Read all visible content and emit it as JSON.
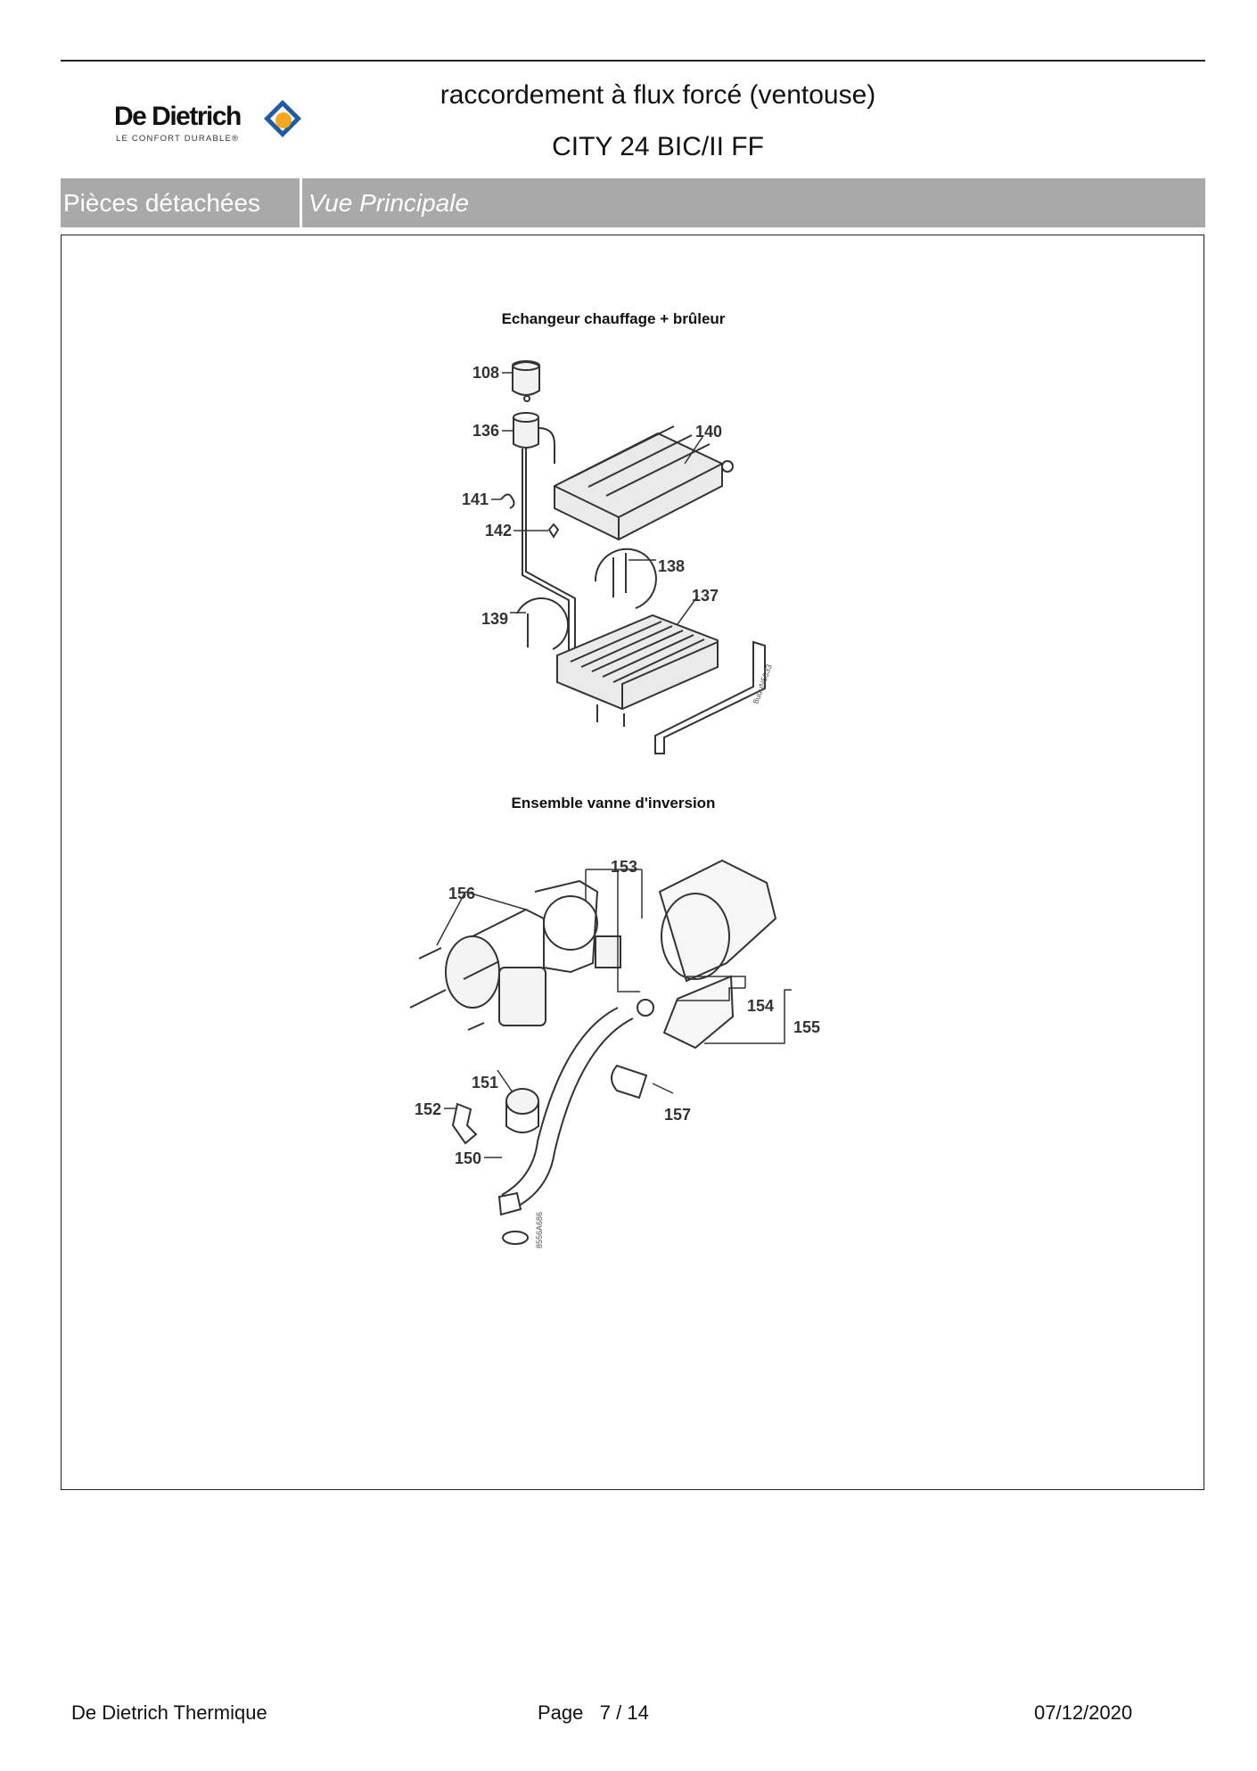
{
  "header": {
    "brand": "De Dietrich",
    "brand_tagline": "LE CONFORT DURABLE®",
    "title": "raccordement à flux forcé (ventouse)",
    "model": "CITY 24 BIC/II FF"
  },
  "section_bar": {
    "category": "Pièces détachées",
    "view": "Vue Principale"
  },
  "diagrams": [
    {
      "title": "Echangeur chauffage + brûleur",
      "labels": [
        "108",
        "136",
        "140",
        "141",
        "142",
        "138",
        "137",
        "139"
      ],
      "ref_code": "8uuuN5333"
    },
    {
      "title": "Ensemble vanne d'inversion",
      "labels": [
        "153",
        "156",
        "154",
        "155",
        "151",
        "157",
        "152",
        "150"
      ],
      "ref_code": "8556A686"
    }
  ],
  "footer": {
    "company": "De Dietrich Thermique",
    "page_label": "Page",
    "page_current": "7",
    "page_sep": "/",
    "page_total": "14",
    "date": "07/12/2020"
  },
  "colors": {
    "logo_blue": "#1f5aa6",
    "logo_orange": "#f4a81d",
    "bar_gray": "#a9a9a9"
  }
}
